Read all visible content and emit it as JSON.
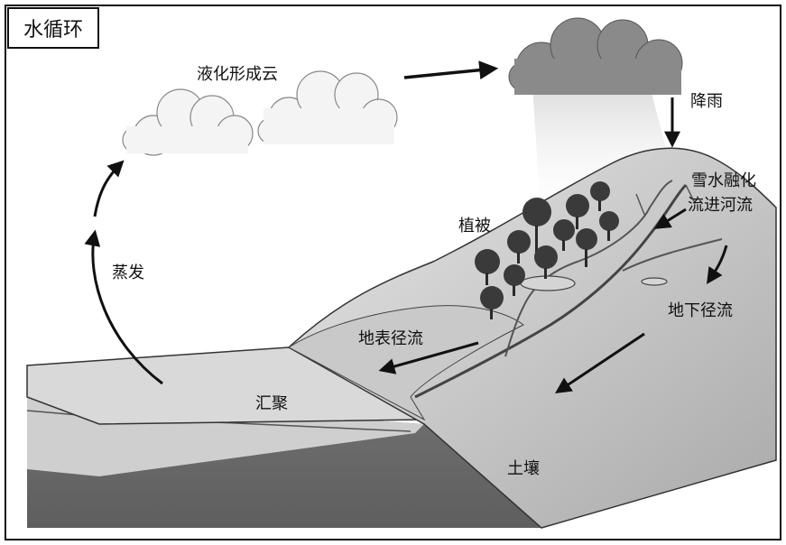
{
  "title": "水循环",
  "labels": {
    "condensation": "液化形成云",
    "rain": "降雨",
    "evaporation": "蒸发",
    "vegetation": "植被",
    "snowmelt_line1": "雪水融化",
    "snowmelt_line2": "流进河流",
    "groundwater": "地下径流",
    "surface_runoff": "地表径流",
    "collection": "汇聚",
    "soil": "土壤"
  },
  "colors": {
    "border": "#111111",
    "soil_dark": "#7a7a7a",
    "terrain_light": "#dcdcdc",
    "terrain_mid": "#b5b5b5",
    "cloud_white": "#f2f2f2",
    "rain_cloud": "#8a8a8a",
    "tree": "#3a3a3a",
    "arrow": "#111111"
  },
  "icons": [
    "cloud-icon",
    "rain-cloud-icon",
    "tree-icon",
    "arrow-icon"
  ]
}
